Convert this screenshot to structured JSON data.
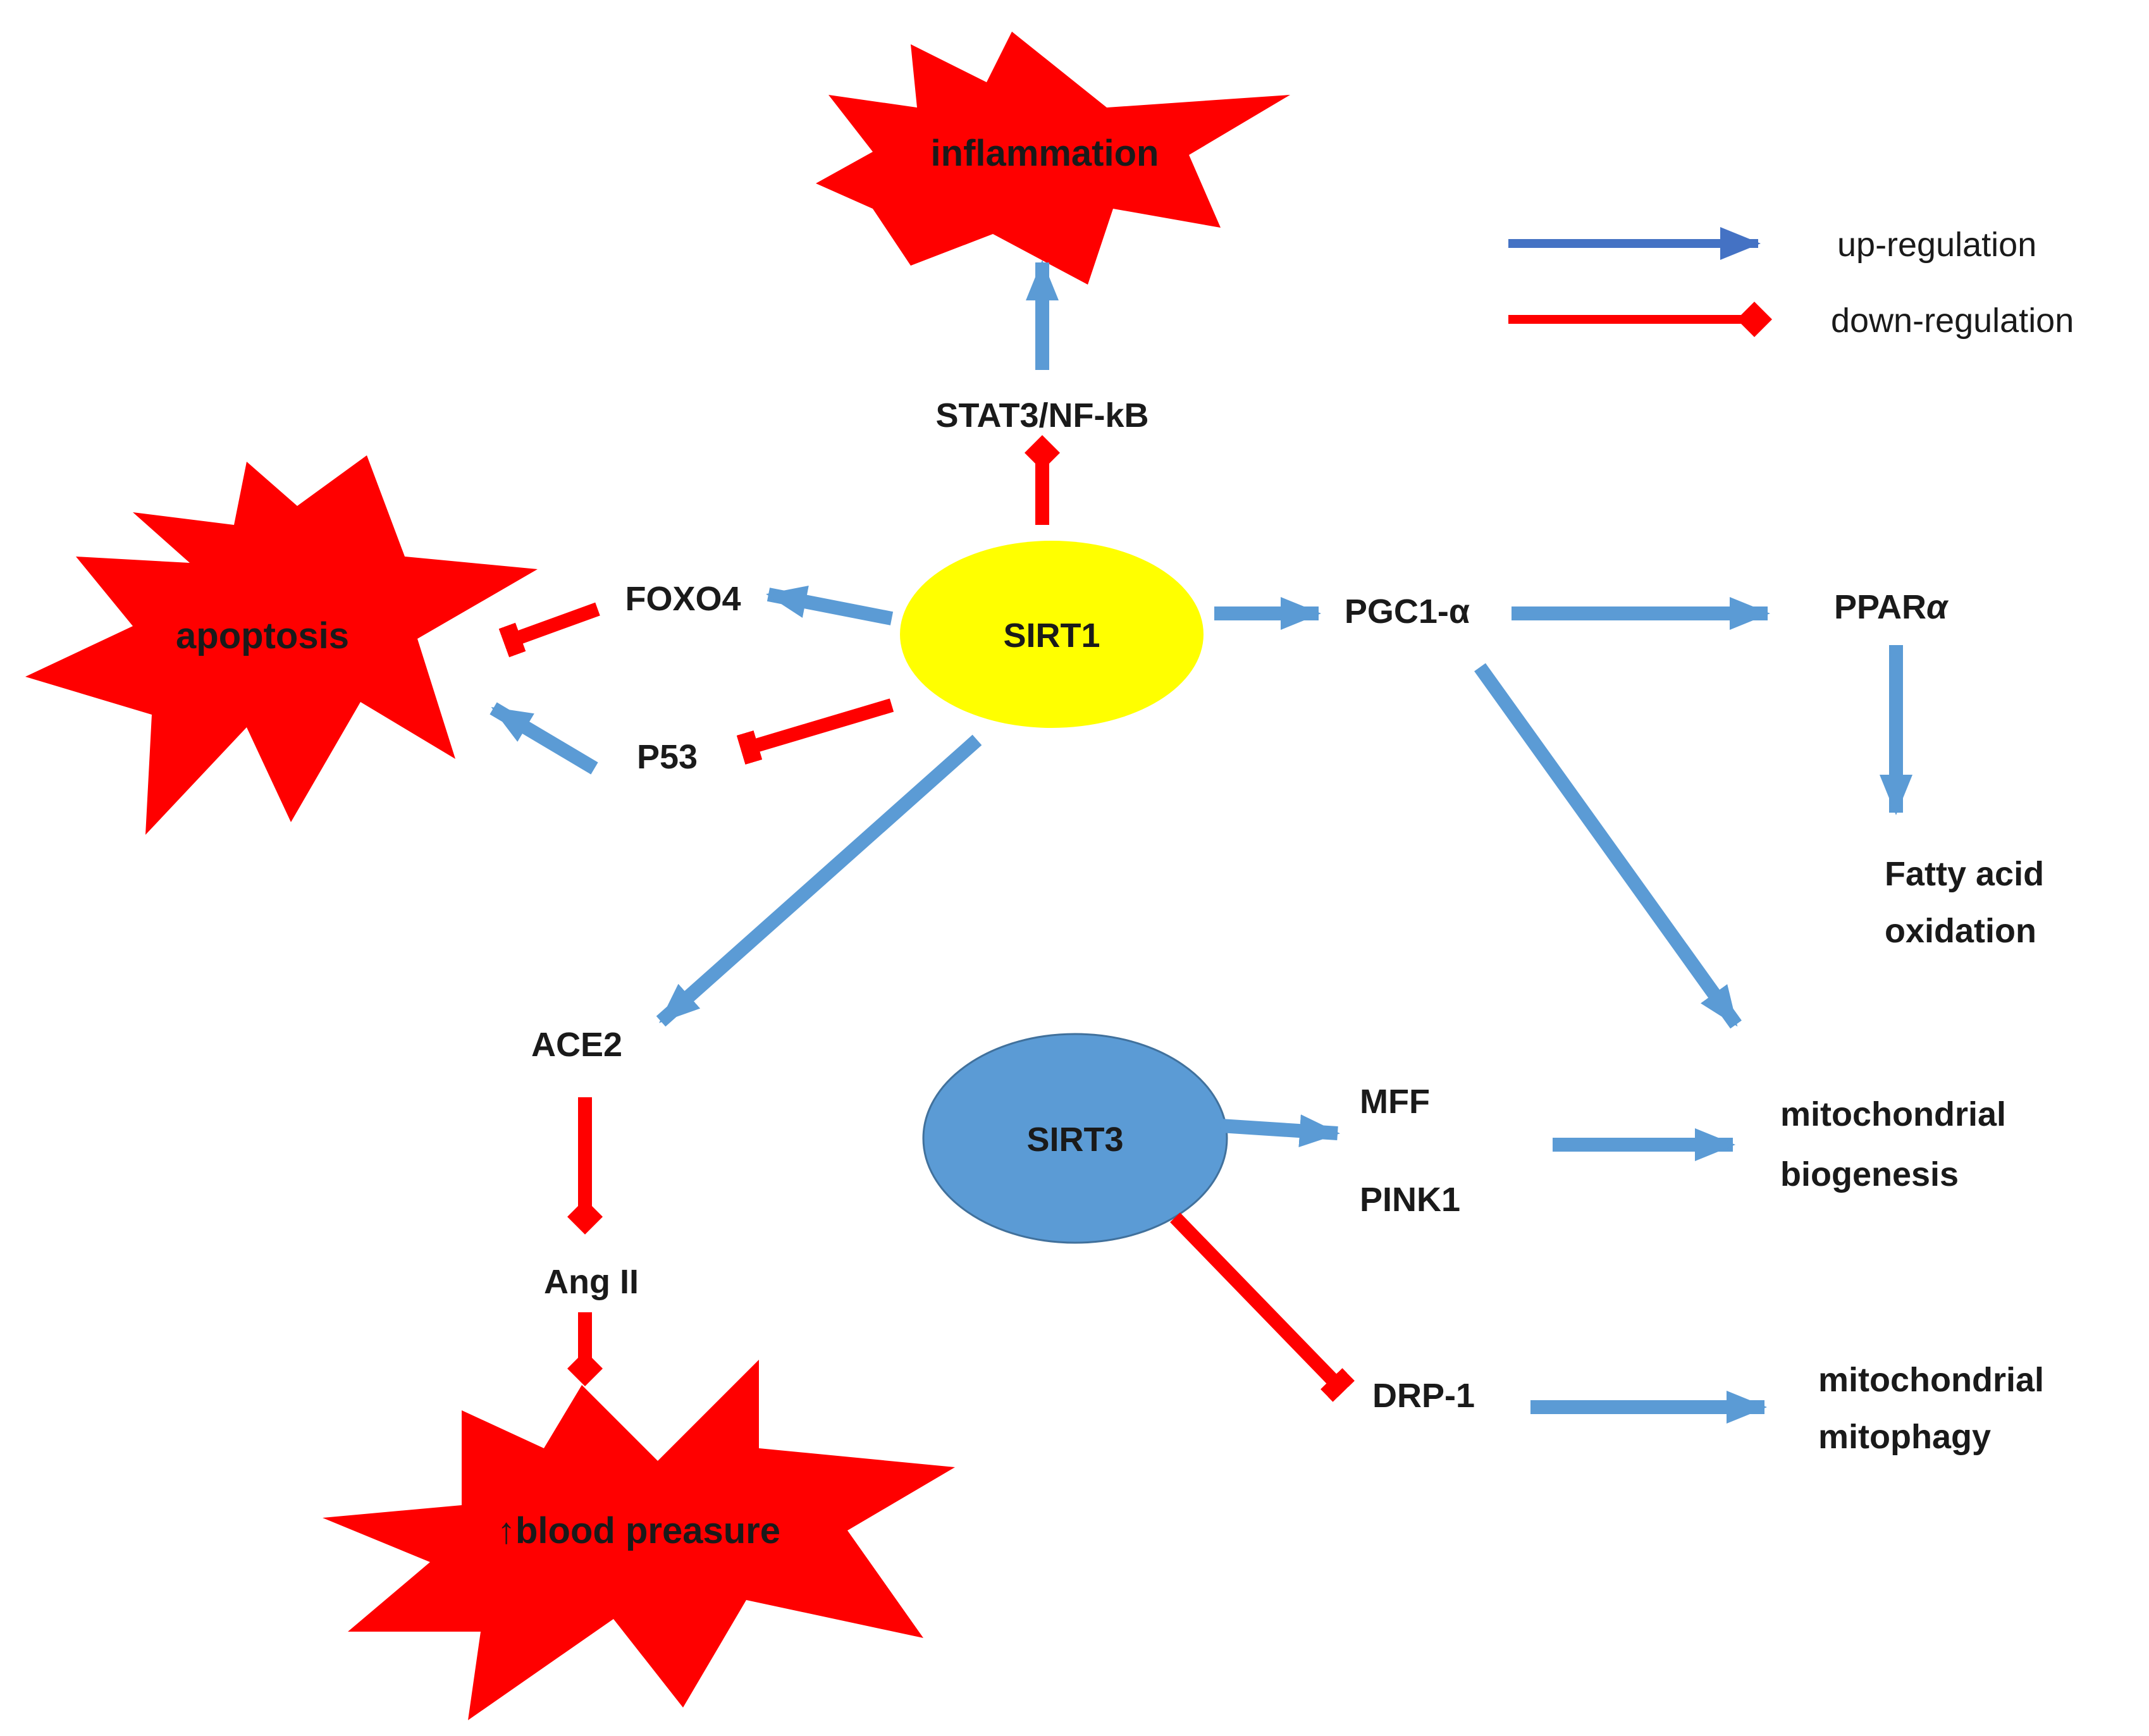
{
  "legend": {
    "up_label": "up-regulation",
    "down_label": "down-regulation"
  },
  "colors": {
    "up": "#5B9BD5",
    "up_legend": "#4472C4",
    "down": "#FF0000",
    "burst": "#FF0000",
    "sirt1_fill": "#FFFF00",
    "sirt3_fill": "#5B9BD5"
  },
  "nodes": {
    "inflammation": "inflammation",
    "apoptosis": "apoptosis",
    "blood_pressure": "↑blood preasure",
    "stat3": "STAT3/NF-kB",
    "sirt1": "SIRT1",
    "foxo4": "FOXO4",
    "p53": "P53",
    "pgc1": "PGC1-α",
    "ppar_main": "PPAR",
    "ppar_greek": "α",
    "fao_line1": "Fatty acid",
    "fao_line2": "oxidation",
    "ace2": "ACE2",
    "ang2": "Ang II",
    "sirt3": "SIRT3",
    "mff": "MFF",
    "pink1": "PINK1",
    "drp1": "DRP-1",
    "biogenesis_line1": "mitochondrial",
    "biogenesis_line2": "biogenesis",
    "mitophagy_line1": "mitochondrial",
    "mitophagy_line2": "mitophagy"
  }
}
